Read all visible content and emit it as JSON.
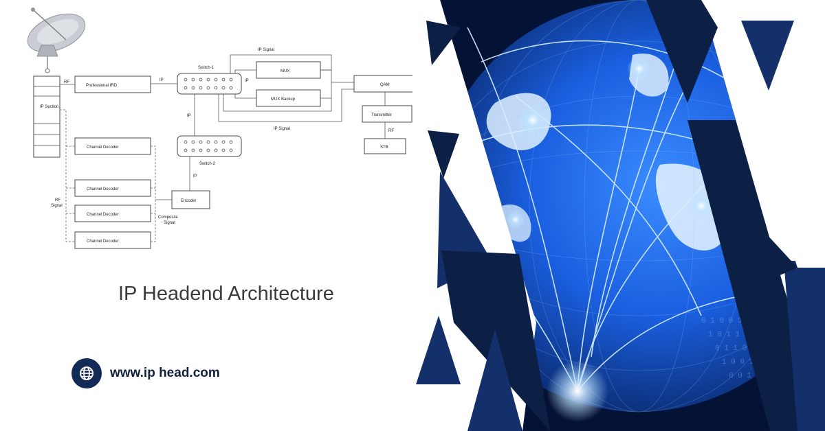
{
  "colors": {
    "navy_dark": "#0c1f45",
    "navy": "#14306a",
    "globe_blue": "#1a5fe0",
    "glow": "#bfe4ff",
    "text_dark": "#0f1f3d"
  },
  "diagram": {
    "title": "IP Headend Architecture",
    "satellite_icon": "satellite-dish-icon",
    "blocks": {
      "ip_section": "IP Section",
      "professional_ird": "Professional IRD",
      "switch1": "Switch-1",
      "switch2": "Switch-2",
      "mux": "MUX",
      "mux_backup": "MUX Backup",
      "qam": "QAM",
      "transmitter": "Transmitter",
      "stb": "STB",
      "encoder": "Encoder",
      "channel_decoder": "Channel Decoder"
    },
    "labels": {
      "rf": "RF",
      "ip": "IP",
      "ip_signal": "IP Signal",
      "rf_signal_line1": "RF",
      "rf_signal_line2": "Signal",
      "composite_line1": "Composite",
      "composite_line2": "Signal"
    }
  },
  "footer": {
    "website": "www.ip head.com",
    "icon": "globe-icon"
  },
  "art": {
    "description_icon": "network-globe-illustration"
  }
}
